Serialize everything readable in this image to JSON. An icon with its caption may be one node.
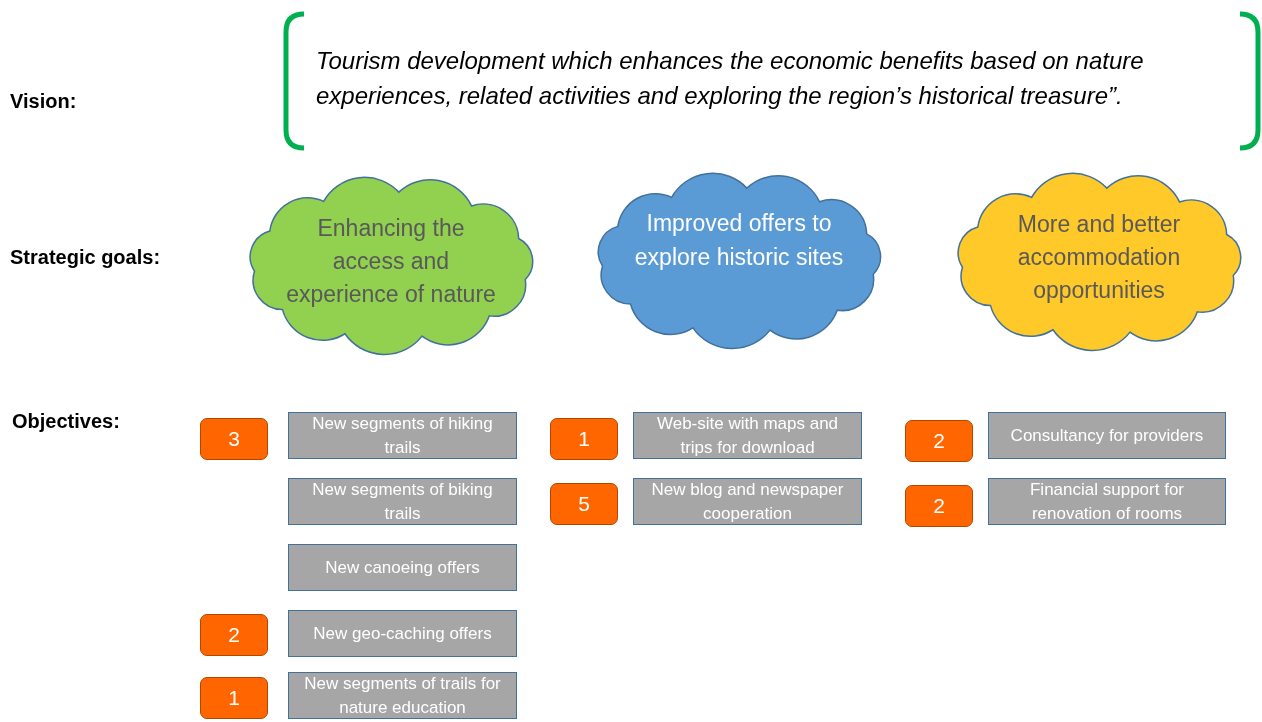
{
  "diagram": {
    "nodes": [
      {
        "text": [
          "Tourism development which enhances the economic benefits based on nature experiences, related activities and exploring the region’s historical treasure”."
        ]
      },
      {
        "text": [
          "Enhancing the access and experience of nature"
        ]
      },
      {
        "text": [
          "Improved offers to explore historic sites"
        ]
      },
      {
        "text": [
          "More and better accommodation opportunities"
        ]
      },
      {
        "text": [
          "3"
        ]
      },
      {
        "text": [
          "New segments of hiking trails"
        ]
      },
      {
        "text": [
          "1"
        ]
      },
      {
        "text": [
          "Web-site with maps and trips for download"
        ]
      },
      {
        "text": [
          "2"
        ]
      },
      {
        "text": [
          "Consultancy for providers"
        ]
      },
      {
        "text": [
          "New segments of biking trails"
        ]
      },
      {
        "text": [
          "5"
        ]
      },
      {
        "text": [
          "New blog and newspaper cooperation"
        ]
      },
      {
        "text": [
          "2"
        ]
      },
      {
        "text": [
          "Financial support for renovation of rooms"
        ]
      },
      {
        "text": [
          "New canoeing offers"
        ]
      },
      {
        "text": [
          "2"
        ]
      },
      {
        "text": [
          "New geo-caching offers"
        ]
      },
      {
        "text": [
          "1"
        ]
      },
      {
        "text": [
          "New segments of trails for nature education"
        ]
      }
    ],
    "labels": [
      "Vision:",
      "Strategic goals:",
      "Objectives:"
    ]
  }
}
